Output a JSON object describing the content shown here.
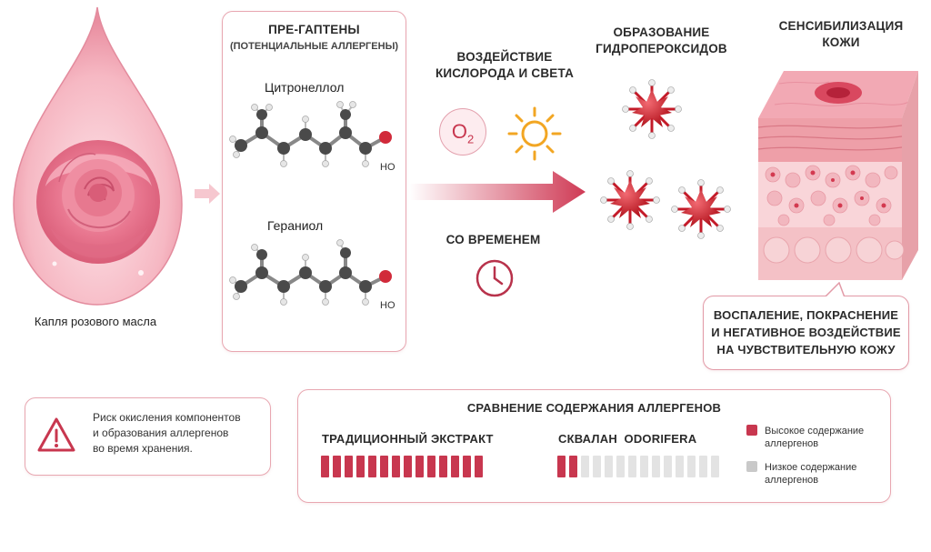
{
  "drop": {
    "caption": "Капля розового масла"
  },
  "prehaptens": {
    "title": "ПРЕ-ГАПТЕНЫ",
    "subtitle": "(ПОТЕНЦИАЛЬНЫЕ АЛЛЕРГЕНЫ)",
    "molecules": [
      {
        "name": "Цитронеллол",
        "group": "HO"
      },
      {
        "name": "Гераниол",
        "group": "HO"
      }
    ]
  },
  "exposure": {
    "title_line1": "ВОЗДЕЙСТВИЕ",
    "title_line2": "КИСЛОРОДА И СВЕТА",
    "o2_label": "O",
    "o2_sub": "2",
    "time_label": "СО ВРЕМЕНЕМ"
  },
  "hydroperoxides": {
    "title_line1": "ОБРАЗОВАНИЕ",
    "title_line2": "ГИДРОПЕРОКСИДОВ"
  },
  "sensitization": {
    "title_line1": "СЕНСИБИЛИЗАЦИЯ",
    "title_line2": "КОЖИ",
    "callout": [
      "ВОСПАЛЕНИЕ, ПОКРАСНЕНИЕ",
      "И НЕГАТИВНОЕ ВОЗДЕЙСТВИЕ",
      "НА ЧУВСТВИТЕЛЬНУЮ КОЖУ"
    ]
  },
  "warning": {
    "lines": [
      "Риск окисления компонентов",
      "и образования аллергенов",
      "во время хранения."
    ]
  },
  "comparison": {
    "title": "СРАВНЕНИЕ СОДЕРЖАНИЯ АЛЛЕРГЕНОВ",
    "traditional": {
      "label": "ТРАДИЦИОННЫЙ ЭКСТРАКТ",
      "high_segments": 14,
      "total_segments": 14
    },
    "squalane": {
      "label": "СКВАЛАН  ODORIFERA",
      "high_segments": 2,
      "total_segments": 14
    },
    "legend": [
      {
        "label_line1": "Высокое содержание",
        "label_line2": "аллергенов",
        "color": "#c8374f"
      },
      {
        "label_line1": "Низкое содержание",
        "label_line2": "аллергенов",
        "color": "#c9c9c9"
      }
    ]
  },
  "colors": {
    "accent": "#c8374f",
    "card_border": "#e8a7b1",
    "arrow": "#cf3a55",
    "sun": "#f2a623"
  }
}
